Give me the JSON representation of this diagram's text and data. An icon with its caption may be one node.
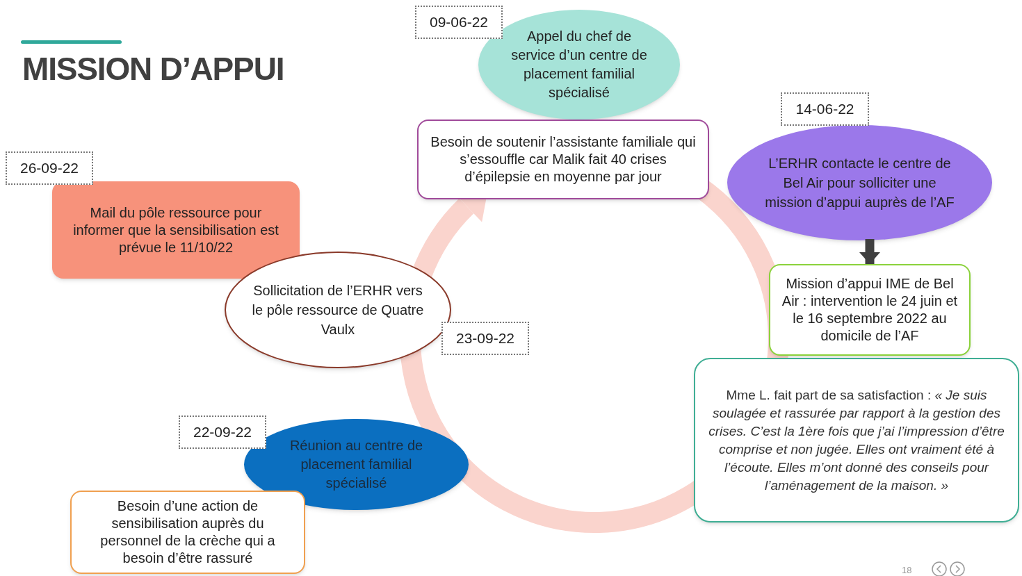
{
  "diagram": {
    "title": "MISSION D’APPUI",
    "nodes": [
      {
        "text": [
          "09-06-22"
        ]
      },
      {
        "text": [
          "Appel du chef de service d’un centre de placement familial spécialisé"
        ]
      },
      {
        "text": [
          "Besoin de soutenir l’assistante familiale qui s’essouffle car Malik fait 40 crises d’épilepsie en moyenne par jour"
        ]
      },
      {
        "text": [
          "14-06-22"
        ]
      },
      {
        "text": [
          "L’ERHR contacte le centre de Bel Air pour solliciter une mission d’appui auprès de l’AF"
        ]
      },
      {
        "text": [
          "Mission d’appui IME de Bel Air : intervention le 24 juin et le 16 septembre 2022 au domicile de l’AF"
        ]
      },
      {
        "text": [
          "Mme L. fait part de sa satisfaction : *« Je suis soulagée et rassurée par rapport à la gestion des crises. C’est la 1ère fois que j’ai l’impression d’être comprise et non jugée. Elles ont vraiment été à l’écoute. Elles m’ont donné des conseils pour l’aménagement de la maison. »*"
        ]
      },
      {
        "text": [
          "26-09-22"
        ]
      },
      {
        "text": [
          "Mail du pôle ressource pour informer que la sensibilisation est prévue le 11/10/22"
        ]
      },
      {
        "text": [
          "Sollicitation de l’ERHR vers le pôle ressource de Quatre Vaulx"
        ]
      },
      {
        "text": [
          "23-09-22"
        ]
      },
      {
        "text": [
          "22-09-22"
        ]
      },
      {
        "text": [
          "Réunion au centre de placement familial spécialisé"
        ]
      },
      {
        "text": [
          "Besoin d’une action de sensibilisation auprès du personnel de la crèche qui a besoin d’être rassuré"
        ]
      }
    ],
    "edges": [
      {
        "from": 4,
        "to": 5,
        "arrow": "to"
      }
    ],
    "labels": [
      "18"
    ]
  }
}
